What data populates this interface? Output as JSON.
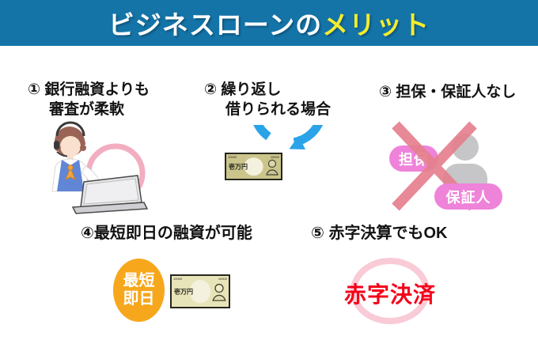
{
  "header": {
    "title_main": "ビジネスローンの",
    "title_accent": "メリット"
  },
  "items": [
    {
      "heading_line1": "① 銀行融資よりも",
      "heading_line2": "審査が柔軟"
    },
    {
      "heading_line1": "② 繰り返し",
      "heading_line2": "借りられる場合"
    },
    {
      "heading_line1": "③ 担保・保証人なし"
    },
    {
      "heading_line1": "④最短即日の融資が可能"
    },
    {
      "heading_line1": "⑤ 赤字決算でもOK"
    }
  ],
  "labels": {
    "collateral": "担保",
    "guarantor": "保証人",
    "fastest": "最短",
    "same_day": "即日",
    "deficit": "赤字決済",
    "banknote": "壱万円",
    "banknote_corner": "10000"
  },
  "colors": {
    "header_bg": "#1474a8",
    "accent_yellow": "#f5ec2e",
    "ring_pink": "#f2aec0",
    "arrow_blue": "#2aa3e9",
    "pill_pink": "#ef82d9",
    "cross_red": "#e5808e",
    "person_gray": "#c6c6c8",
    "circle_orange": "#f6a71c",
    "deficit_red": "#f40019"
  }
}
